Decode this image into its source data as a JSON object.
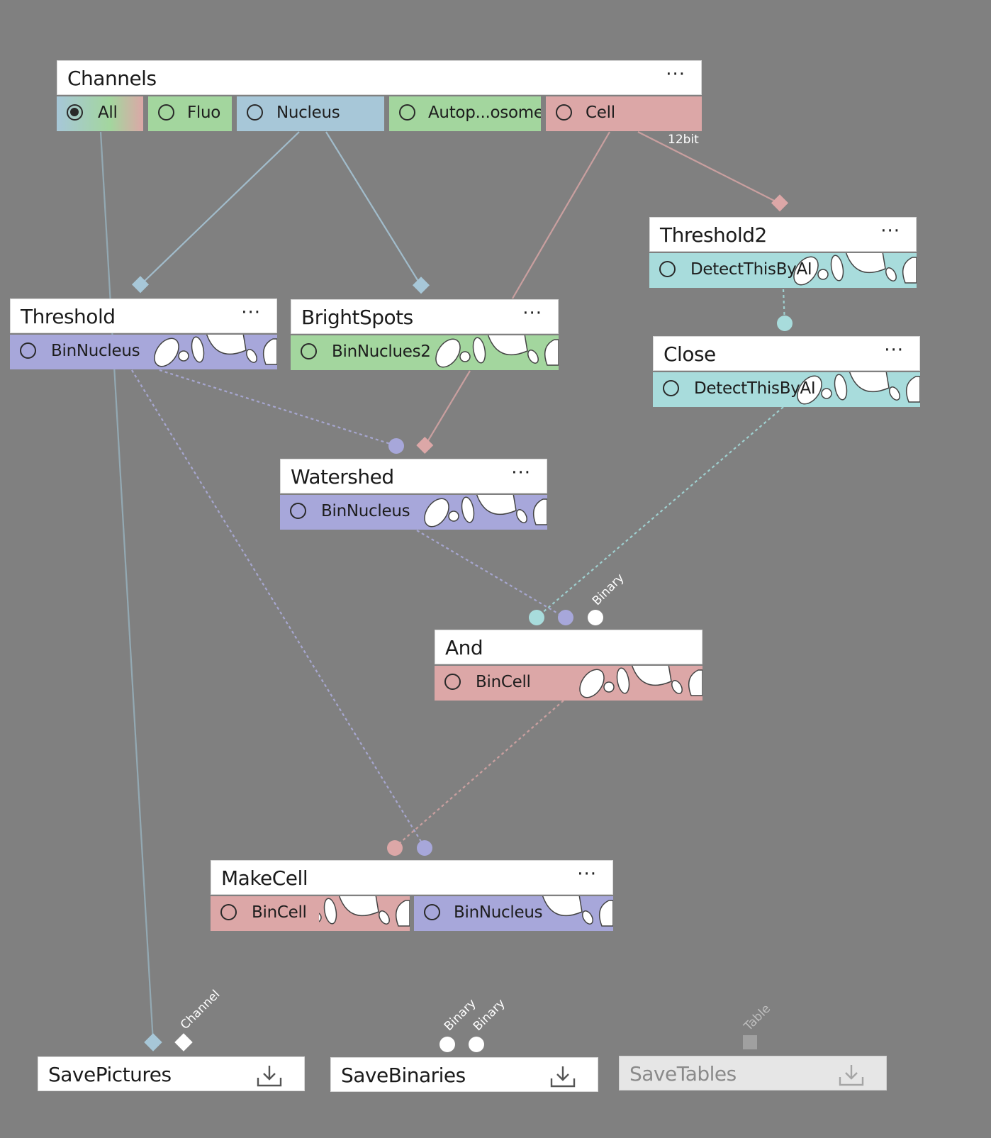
{
  "colors": {
    "background": "#808080",
    "blue": "#a7c7d8",
    "green": "#a3d69e",
    "red": "#dca7a7",
    "purple": "#a7a7da",
    "teal": "#a8dcdc",
    "white": "#ffffff",
    "grey": "#a0a0a0"
  },
  "nodes": {
    "channels": {
      "title": "Channels",
      "menu": "···",
      "outputs": [
        {
          "label": "All",
          "color": "gradient",
          "selected": true
        },
        {
          "label": "Fluo",
          "color": "green"
        },
        {
          "label": "Nucleus",
          "color": "blue"
        },
        {
          "label": "Autop...osome",
          "color": "green"
        },
        {
          "label": "Cell",
          "color": "red"
        }
      ],
      "bit_depth": "12bit"
    },
    "threshold": {
      "title": "Threshold",
      "menu": "···",
      "output": "BinNucleus",
      "color": "purple"
    },
    "brightspots": {
      "title": "BrightSpots",
      "menu": "···",
      "output": "BinNuclues2",
      "color": "green"
    },
    "threshold2": {
      "title": "Threshold2",
      "menu": "···",
      "output": "DetectThisByAI",
      "color": "teal"
    },
    "close": {
      "title": "Close",
      "menu": "···",
      "output": "DetectThisByAI",
      "color": "teal"
    },
    "watershed": {
      "title": "Watershed",
      "menu": "···",
      "output": "BinNucleus",
      "color": "purple"
    },
    "and": {
      "title": "And",
      "output": "BinCell",
      "color": "red",
      "input_label": "Binary"
    },
    "makecell": {
      "title": "MakeCell",
      "menu": "···",
      "outputs": [
        {
          "label": "BinCell",
          "color": "red"
        },
        {
          "label": "BinNucleus",
          "color": "purple"
        }
      ]
    },
    "savepictures": {
      "title": "SavePictures",
      "input_label": "Channel",
      "icon": "download-icon"
    },
    "savebinaries": {
      "title": "SaveBinaries",
      "input_labels": [
        "Binary",
        "Binary"
      ],
      "icon": "download-icon"
    },
    "savetables": {
      "title": "SaveTables",
      "input_label": "Table",
      "icon": "download-icon",
      "disabled": true
    }
  }
}
